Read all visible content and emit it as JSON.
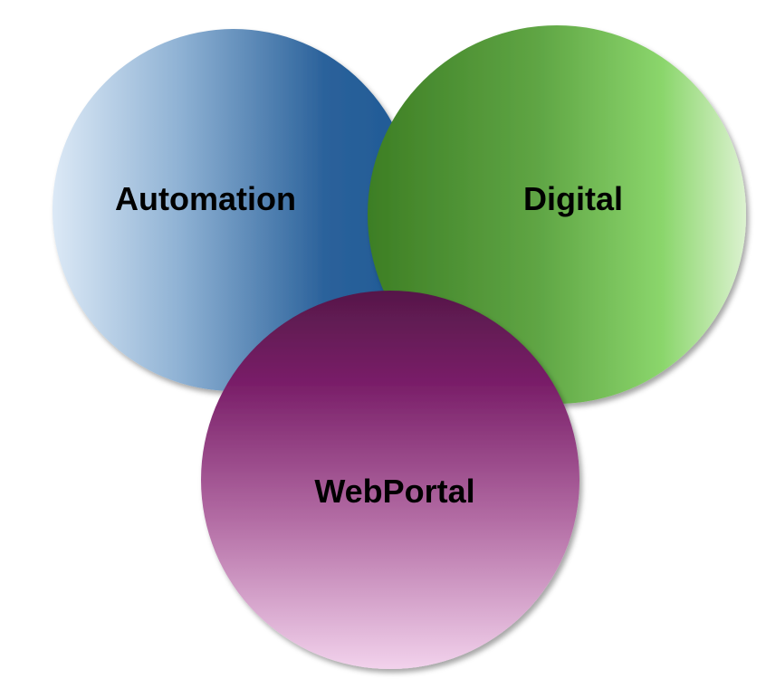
{
  "diagram": {
    "type": "venn",
    "circles": [
      {
        "id": "automation",
        "label": "Automation",
        "color_light": "#dce9f6",
        "color_dark": "#1f5995"
      },
      {
        "id": "digital",
        "label": "Digital",
        "color_light": "#dcf2d0",
        "color_dark": "#3d7e24"
      },
      {
        "id": "webportal",
        "label": "WebPortal",
        "color_light": "#f2d2ec",
        "color_dark": "#561849"
      }
    ]
  }
}
